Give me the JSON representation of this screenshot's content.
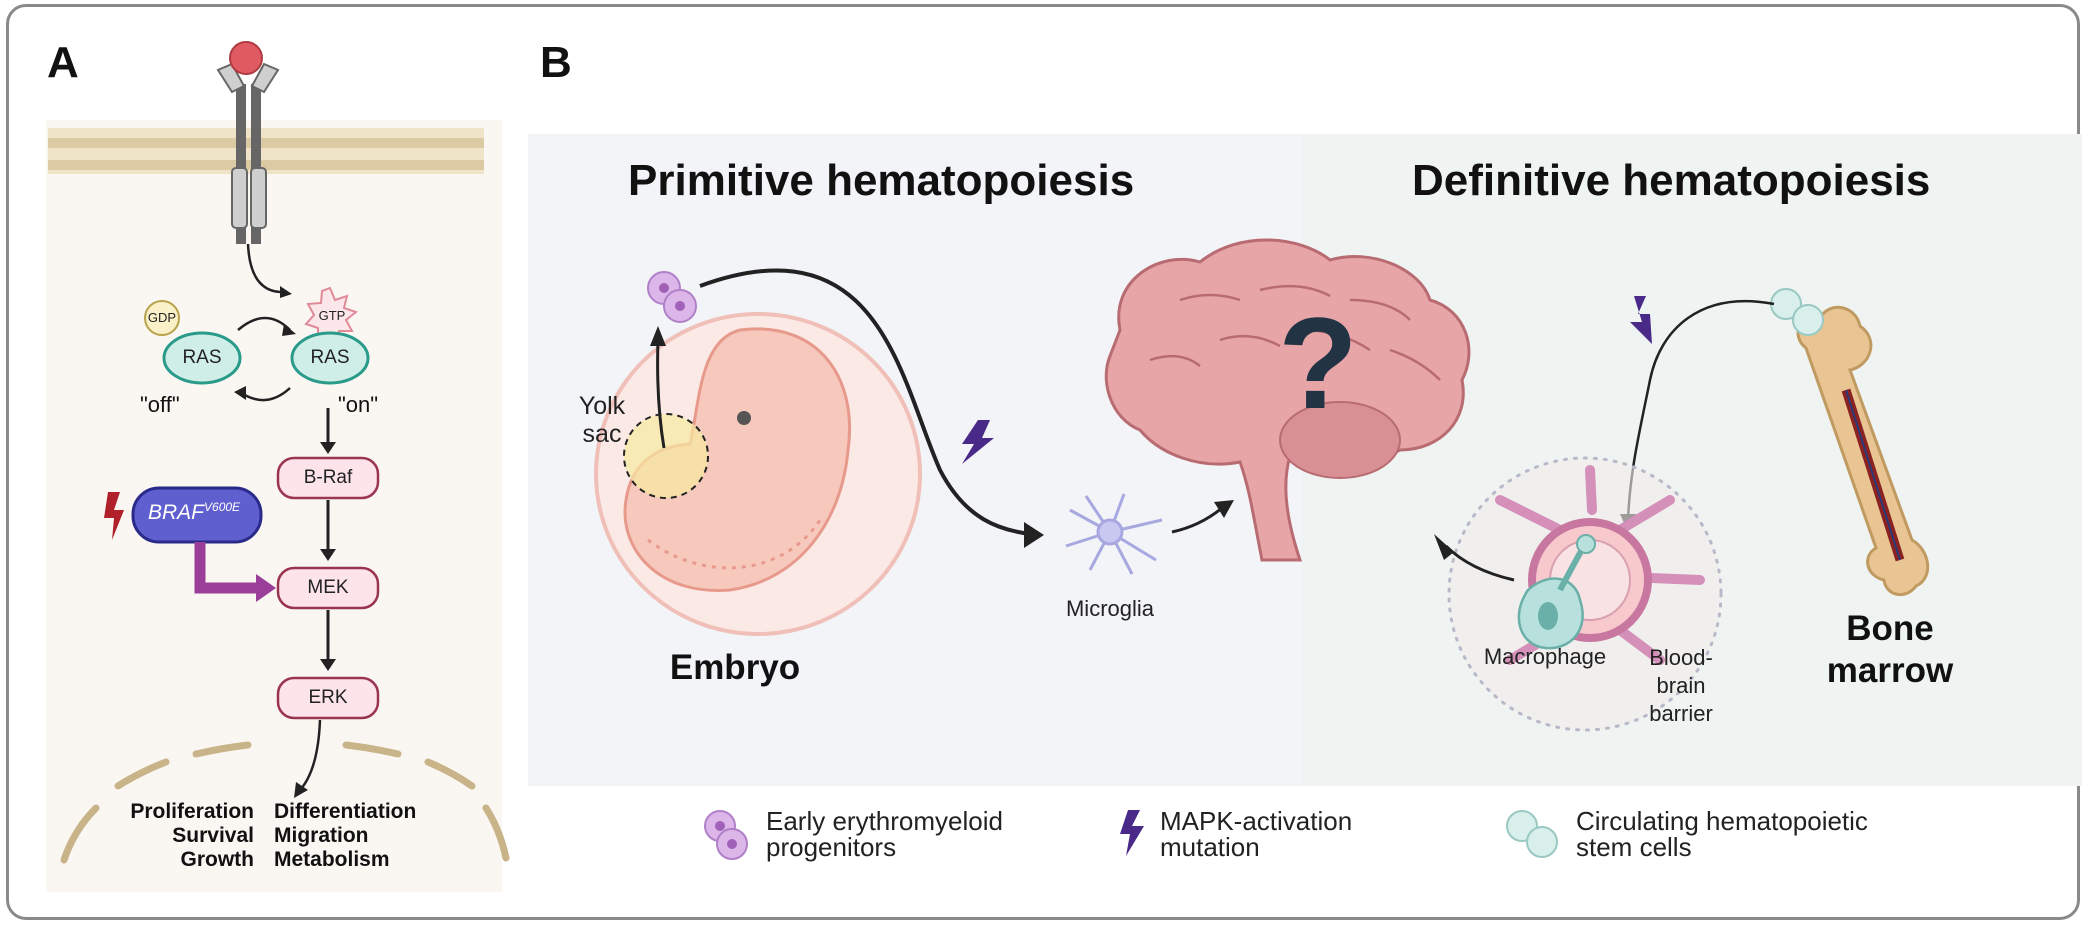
{
  "panel_a": {
    "letter": "A",
    "gdp": "GDP",
    "gtp": "GTP",
    "ras_off": "RAS",
    "ras_on": "RAS",
    "off_label": "\"off\"",
    "on_label": "\"on\"",
    "braf_mut_main": "BRAF",
    "braf_mut_sup": "V600E",
    "braf": "B-Raf",
    "mek": "MEK",
    "erk": "ERK",
    "outcomes_left": [
      "Proliferation",
      "Survival",
      "Growth"
    ],
    "outcomes_right": [
      "Differentiation",
      "Migration",
      "Metabolism"
    ]
  },
  "panel_b": {
    "letter": "B",
    "title_primitive": "Primitive hematopoiesis",
    "title_definitive": "Definitive hematopoiesis",
    "yolk_sac": [
      "Yolk",
      "sac"
    ],
    "embryo": "Embryo",
    "microglia": "Microglia",
    "question": "?",
    "macrophage": "Macrophage",
    "bbb": [
      "Blood-",
      "brain",
      "barrier"
    ],
    "bone_marrow": [
      "Bone",
      "marrow"
    ]
  },
  "legend": [
    {
      "icon": "erythromyeloid-progenitor-icon",
      "lines": [
        "Early erythromyeloid",
        "progenitors"
      ]
    },
    {
      "icon": "lightning-bolt-icon",
      "lines": [
        "MAPK-activation",
        "mutation"
      ]
    },
    {
      "icon": "hematopoietic-stem-cell-icon",
      "lines": [
        "Circulating hematopoietic",
        "stem cells"
      ]
    }
  ],
  "colors": {
    "ras_fill": "#cfeee8",
    "ras_stroke": "#2a9a8a",
    "kinase_fill": "#fce4ea",
    "kinase_stroke": "#9a3550",
    "braf_mut_fill": "#5f5fd0",
    "arrow_purple": "#9a3e9a",
    "bolt_red": "#b0202a",
    "bolt_purple": "#4a2a88",
    "membrane": "#eadcbf"
  }
}
